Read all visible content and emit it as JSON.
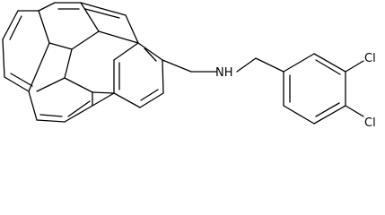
{
  "atoms": {
    "amine": "NH",
    "chlorine_top": "Cl",
    "chlorine_bottom": "Cl"
  },
  "colors": {
    "bond": "#000000",
    "label": "#000000",
    "background": "#ffffff"
  }
}
